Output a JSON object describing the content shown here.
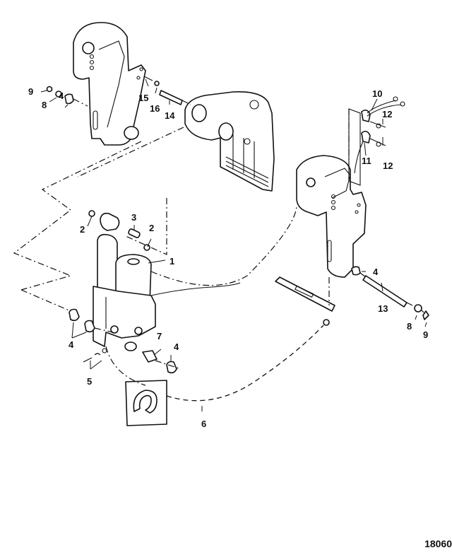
{
  "diagram": {
    "title": "Power Trim / Tilt Assembly and Transom Brackets",
    "figure_number": "18060",
    "callouts": [
      {
        "id": "c1",
        "label": "1",
        "part": "trim-tilt-unit"
      },
      {
        "id": "c2a",
        "label": "2",
        "part": "nut"
      },
      {
        "id": "c2b",
        "label": "2",
        "part": "nut"
      },
      {
        "id": "c3",
        "label": "3",
        "part": "pin"
      },
      {
        "id": "c4a",
        "label": "4",
        "part": "bushing"
      },
      {
        "id": "c4b",
        "label": "4",
        "part": "bushing"
      },
      {
        "id": "c4c",
        "label": "4",
        "part": "bushing"
      },
      {
        "id": "c4d",
        "label": "4",
        "part": "bushing"
      },
      {
        "id": "c5",
        "label": "5",
        "part": "screw-and-washer"
      },
      {
        "id": "c6",
        "label": "6",
        "part": "ground-strap"
      },
      {
        "id": "c7",
        "label": "7",
        "part": "fitting"
      },
      {
        "id": "c8a",
        "label": "8",
        "part": "washer"
      },
      {
        "id": "c8b",
        "label": "8",
        "part": "washer"
      },
      {
        "id": "c9a",
        "label": "9",
        "part": "locknut"
      },
      {
        "id": "c9b",
        "label": "9",
        "part": "locknut"
      },
      {
        "id": "c10",
        "label": "10",
        "part": "trim-sender"
      },
      {
        "id": "c11",
        "label": "11",
        "part": "trim-limit-switch"
      },
      {
        "id": "c12a",
        "label": "12",
        "part": "screw"
      },
      {
        "id": "c12b",
        "label": "12",
        "part": "screw"
      },
      {
        "id": "c13",
        "label": "13",
        "part": "tilt-tube"
      },
      {
        "id": "c14",
        "label": "14",
        "part": "pin"
      },
      {
        "id": "c15",
        "label": "15",
        "part": "screw"
      },
      {
        "id": "c16",
        "label": "16",
        "part": "washer"
      }
    ]
  }
}
